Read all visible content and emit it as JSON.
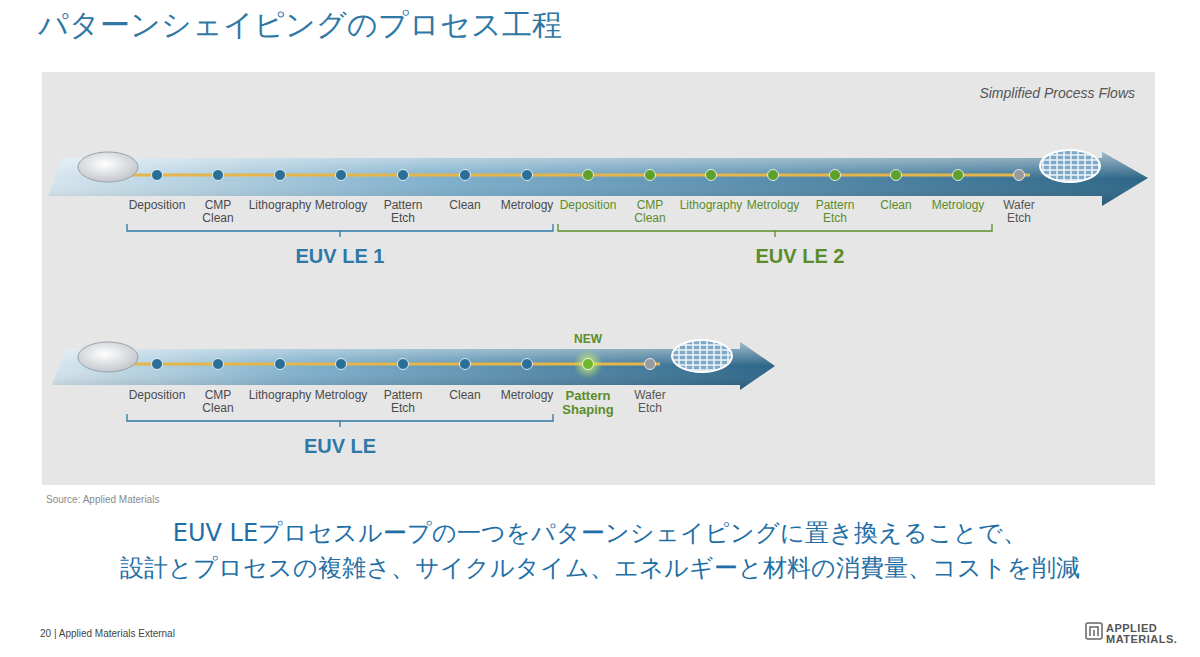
{
  "diagram": {
    "title": "パターンシェイピングのプロセス工程",
    "caption": "EUV LEプロセスループの一つをパターンシェイピングに置き換えることで、 設計とプロセスの複雑さ、サイクルタイム、エネルギーと材料の消費量、コストを削減",
    "labels": [
      "Simplified Process Flows",
      "Deposition",
      "CMP Clean",
      "Lithography",
      "Metrology",
      "Pattern Etch",
      "Clean",
      "Metrology",
      "Deposition",
      "CMP Clean",
      "Lithography",
      "Metrology",
      "Pattern Etch",
      "Clean",
      "Metrology",
      "Wafer Etch",
      "EUV LE 1",
      "EUV LE 2",
      "NEW",
      "Deposition",
      "CMP Clean",
      "Lithography",
      "Metrology",
      "Pattern Etch",
      "Clean",
      "Metrology",
      "Pattern Shaping",
      "Wafer Etch",
      "EUV LE",
      "Source: Applied Materials",
      "20 | Applied Materials External",
      "APPLIED MATERIALS."
    ]
  }
}
